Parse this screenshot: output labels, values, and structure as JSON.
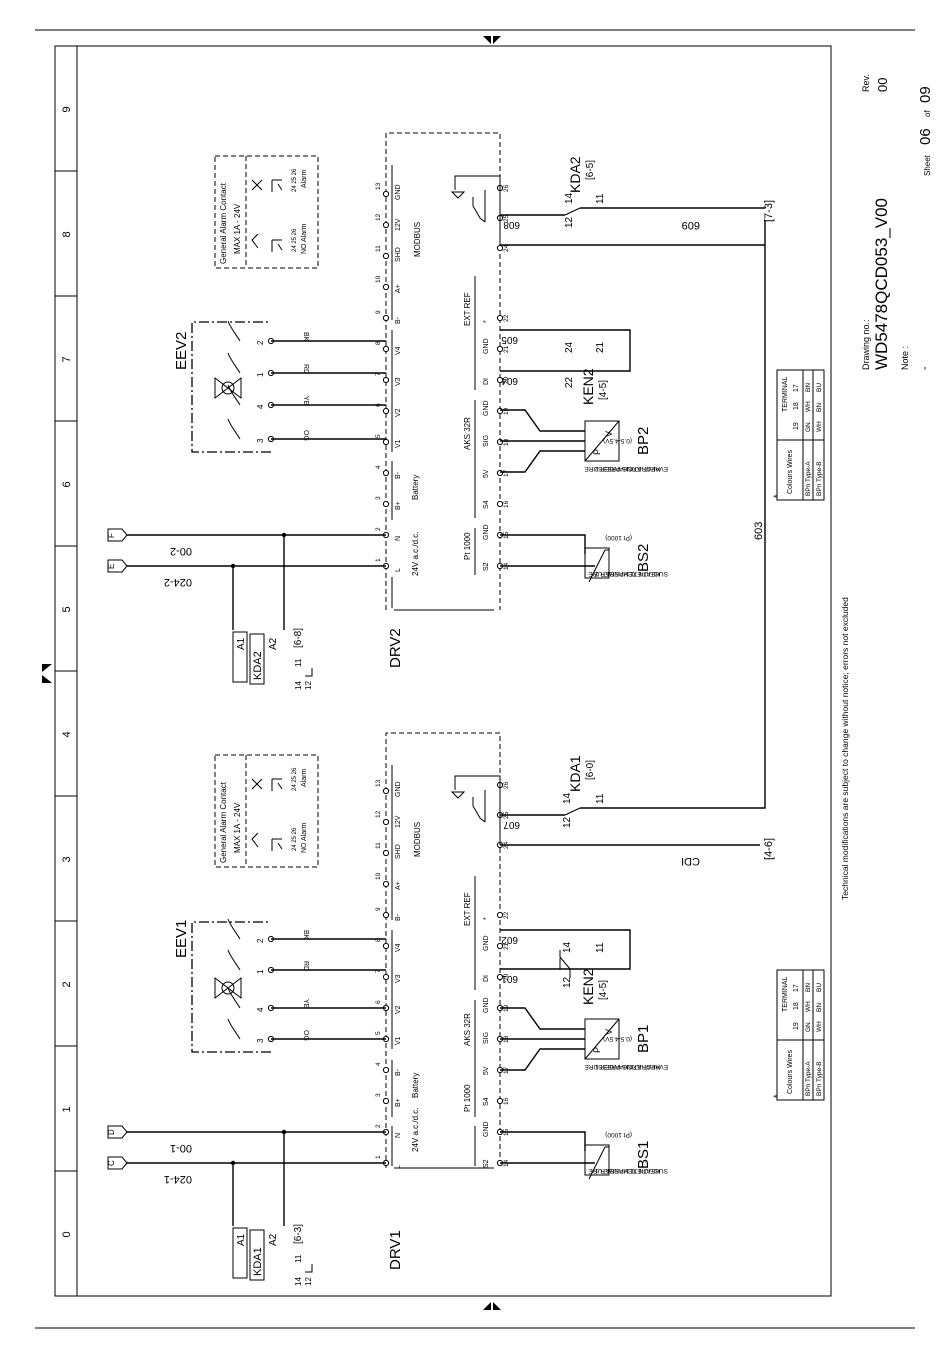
{
  "frame": {
    "columns": [
      "0",
      "1",
      "2",
      "3",
      "4",
      "5",
      "6",
      "7",
      "8",
      "9"
    ]
  },
  "title_block": {
    "disclaimer": "Technical modifications are subject to change without notice; errors not excluded",
    "drawing_no_label": "Drawing no.:",
    "drawing_no": "WD5478QCD053_V00",
    "rev_label": "Rev.",
    "rev": "00",
    "note_label": "Note :",
    "note": "-",
    "sheet_label": "Sheet",
    "sheet_num": "06",
    "sheet_of": "of",
    "sheet_total": "09"
  },
  "drv1": {
    "name": "DRV1",
    "supply": "24V a.c./d.c.",
    "supply_terms": [
      "L",
      "N"
    ],
    "battery_label": "Battery",
    "battery_terms": [
      "B+",
      "B-"
    ],
    "valve_terms": [
      "V1",
      "V2",
      "V3",
      "V4"
    ],
    "modbus_label": "MODBUS",
    "modbus_terms": [
      "B-",
      "A+",
      "SHD",
      "12V",
      "GND"
    ],
    "pt_label": "Pt 1000",
    "pt_terms": [
      "S2",
      "GND",
      "S4"
    ],
    "aks_label": "AKS 32R",
    "aks_terms": [
      "5V",
      "SIG",
      "GND"
    ],
    "ext_label": "EXT REF",
    "ext_terms": [
      "DI",
      "GND",
      "*"
    ],
    "pin_nums_top": [
      "1",
      "2",
      "3",
      "4",
      "5",
      "6",
      "7",
      "8",
      "9",
      "10",
      "11",
      "12",
      "13"
    ],
    "pin_nums_bottom": [
      "14",
      "15",
      "16",
      "17",
      "18",
      "19",
      "20",
      "21",
      "22",
      "24",
      "25",
      "26"
    ]
  },
  "drv2": {
    "name": "DRV2"
  },
  "eev1": {
    "name": "EEV1",
    "pins": [
      "3",
      "4",
      "1",
      "2"
    ],
    "wire_colors": [
      "OG",
      "YE",
      "RD",
      "BK"
    ]
  },
  "eev2": {
    "name": "EEV2"
  },
  "alarm_box": {
    "title": "General Alarm Contact",
    "rating": "MAX 1A - 24V",
    "no_alarm": "NO Alarm",
    "alarm": "Alarm",
    "ok_color": "#22bb22",
    "alarm_color": "#e02020"
  },
  "relays": {
    "kda1": {
      "label": "KDA1",
      "ref": "[6-0]",
      "coil_ref": "[6-3]"
    },
    "kda2": {
      "label": "KDA2",
      "ref": "[6-5]",
      "coil_ref": "[6-8]"
    },
    "ken2_1": {
      "label": "KEN2",
      "ref": "[4-5]"
    },
    "ken2_2": {
      "label": "KEN2",
      "ref": "[4-5]"
    },
    "coil": {
      "a1": "A1",
      "a2": "A2",
      "c11": "11",
      "c12": "12",
      "c14": "14"
    }
  },
  "wires": {
    "w024_1": "024-1",
    "w00_1": "00-1",
    "w024_2": "024-2",
    "w00_2": "00-2",
    "w601": "601",
    "w602": "602",
    "w604": "604",
    "w605": "605",
    "w607": "607",
    "w608": "608",
    "w609": "609",
    "w603": "603",
    "cdi": "CDI"
  },
  "cross_refs": {
    "c": "C",
    "d": "D",
    "e": "E",
    "f": "F",
    "to_4_6": "[4-6]",
    "to_7_3": "[7-3]"
  },
  "sensors": {
    "bs1": {
      "name": "BS1",
      "desc1": "HEAT-EXCHANGER 1",
      "desc2": "SUCTION TEMPERATURE",
      "desc3": "(Pt 1000)"
    },
    "bp1": {
      "name": "BP1",
      "desc1": "HEAT-EXCHANGER 1",
      "desc2": "EVAPORATING PRESSURE",
      "desc3": "(0.5-4.5V)"
    },
    "bs2": {
      "name": "BS2",
      "desc1": "HEAT-EXCHANGER 2",
      "desc2": "SUCTION TEMPERATURE",
      "desc3": "(Pt 1000)"
    },
    "bp2": {
      "name": "BP2",
      "desc1": "HEAT-EXCHANGER 2",
      "desc2": "EVAPORATING PRESSURE",
      "desc3": "(0.5-4.5V)"
    },
    "p_letter": "P",
    "v_letter": "V"
  },
  "colour_table": {
    "title": "Colours Wires",
    "terminal": "TERMINAL",
    "t17": "17",
    "t18": "18",
    "t19": "19",
    "row_a": "BPn Type-A",
    "row_a_vals": [
      "BN",
      "WH",
      "GN"
    ],
    "row_b": "BPn Type-B",
    "row_b_vals": [
      "BU",
      "BN",
      "WH"
    ],
    "asterisk": "*"
  }
}
